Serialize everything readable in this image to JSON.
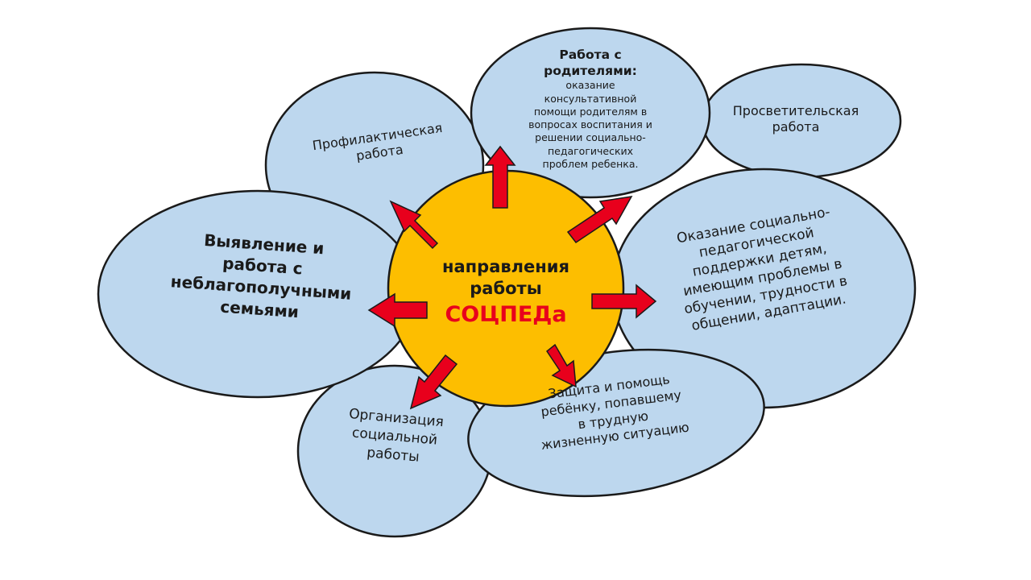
{
  "colors": {
    "bubble_fill": "#bdd7ee",
    "bubble_stroke": "#1a1a1a",
    "center_fill": "#fdbe00",
    "center_title": "#1a1a1a",
    "center_accent": "#e8001c",
    "arrow_fill": "#e8001c"
  },
  "center": {
    "line1": "направления",
    "line2": "работы",
    "line3": "СОЦПЕДа"
  },
  "nodes": {
    "prevention": {
      "line1": "Профилактическая",
      "line2": "работа"
    },
    "parents": {
      "title1": "Работа с",
      "title2": "родителями:",
      "body1": "оказание",
      "body2": "консультативной",
      "body3": "помощи родителям в",
      "body4": "вопросах воспитания и",
      "body5": "решении социально-",
      "body6": "педагогических",
      "body7": "проблем ребенка."
    },
    "education": {
      "line1": "Просветительская",
      "line2": "работа"
    },
    "support": {
      "line1": "Оказание социально-",
      "line2": "педагогической",
      "line3": "поддержки детям,",
      "line4": "имеющим проблемы в",
      "line5": "обучении, трудности в",
      "line6": "общении, адаптации."
    },
    "protection": {
      "line1": "Защита и помощь",
      "line2": "ребёнку, попавшему",
      "line3": "в трудную",
      "line4": "жизненную ситуацию"
    },
    "organization": {
      "line1": "Организация",
      "line2": "социальной",
      "line3": "работы"
    },
    "families": {
      "line1": "Выявление и",
      "line2": "работа с",
      "line3": "неблагополучными",
      "line4": "семьями"
    }
  }
}
